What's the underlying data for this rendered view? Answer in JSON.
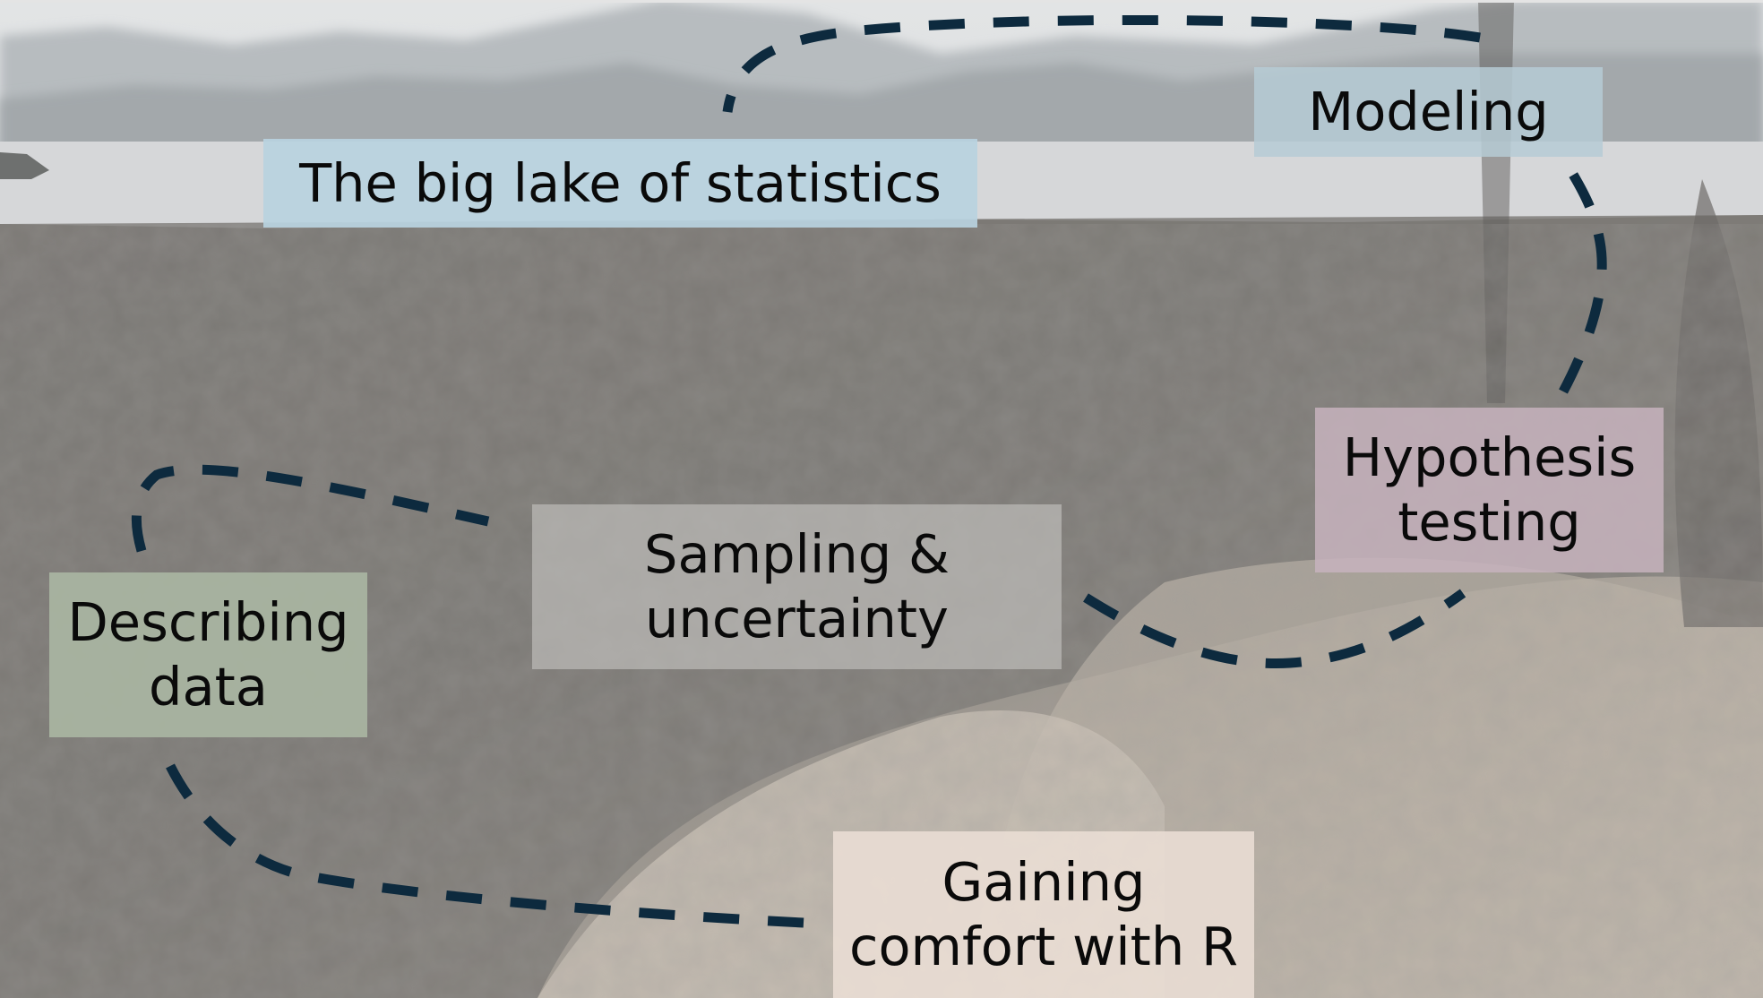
{
  "diagram": {
    "type": "learning-path-over-landscape",
    "labels": [
      {
        "id": "lake",
        "text": "The big lake of statistics",
        "color": "#b9d2e0"
      },
      {
        "id": "modeling",
        "text": "Modeling",
        "color": "#b6cbd5"
      },
      {
        "id": "hypothesis",
        "text": "Hypothesis\ntesting",
        "color": "#c7b3bd"
      },
      {
        "id": "sampling",
        "text": "Sampling &\nuncertainty",
        "color": "#b8b6b3"
      },
      {
        "id": "describing",
        "text": "Describing\ndata",
        "color": "#a9b5a2"
      },
      {
        "id": "gaining",
        "text": "Gaining\ncomfort with R",
        "color": "#e8dbd2"
      }
    ],
    "path": {
      "style": "dashed",
      "color": "#0d2a3e",
      "order": [
        "Gaining comfort with R",
        "Describing data",
        "Sampling & uncertainty",
        "Hypothesis testing",
        "Modeling",
        "The big lake of statistics"
      ]
    },
    "colors": {
      "sky": "#d9dcde",
      "mountains": "#a9adb0",
      "lake": "#d6d7d8",
      "vegetation": "#76746f",
      "ground": "#c6bdb2"
    }
  }
}
